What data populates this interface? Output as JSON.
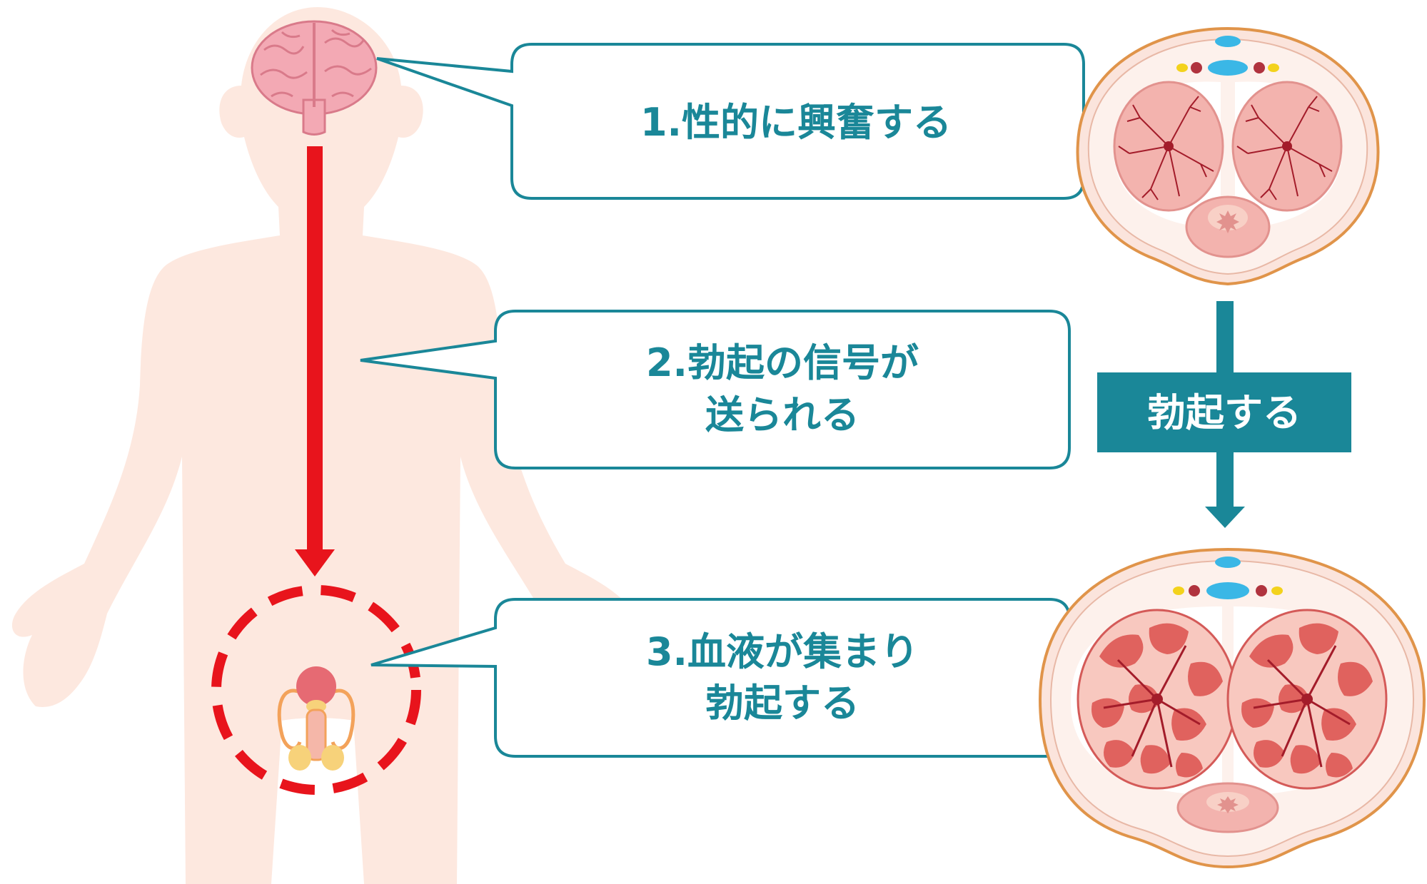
{
  "steps": [
    {
      "number_label": "1.性的に興奮する",
      "lines": [
        "1.性的に興奮する"
      ]
    },
    {
      "number_label": "2.勃起の信号が送られる",
      "lines": [
        "2.勃起の信号が",
        "送られる"
      ]
    },
    {
      "number_label": "3.血液が集まり勃起する",
      "lines": [
        "3.血液が集まり",
        "勃起する"
      ]
    }
  ],
  "transition_label": "勃起する",
  "colors": {
    "accent_teal": "#1a8798",
    "signal_red": "#e8141c",
    "skin": "#fde8df",
    "brain": "#f3a9b4",
    "tissue_relaxed": "#f3b3ae",
    "tissue_engorged": "#e0625e",
    "vessel": "#a31c2a",
    "outer_ring": "#e0944a",
    "vein_blue": "#3ab7e6",
    "nerve_yellow": "#f3d21c"
  }
}
